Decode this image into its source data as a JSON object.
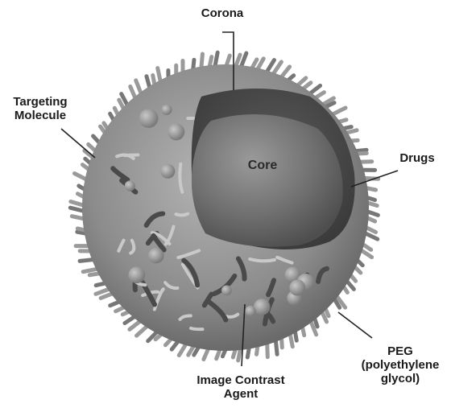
{
  "diagram": {
    "labels": {
      "corona": "Corona",
      "targeting_line1": "Targeting",
      "targeting_line2": "Molecule",
      "core": "Core",
      "drugs": "Drugs",
      "peg_line1": "PEG",
      "peg_line2": "(polyethylene",
      "peg_line3": "glycol)",
      "contrast_line1": "Image Contrast",
      "contrast_line2": "Agent"
    }
  }
}
